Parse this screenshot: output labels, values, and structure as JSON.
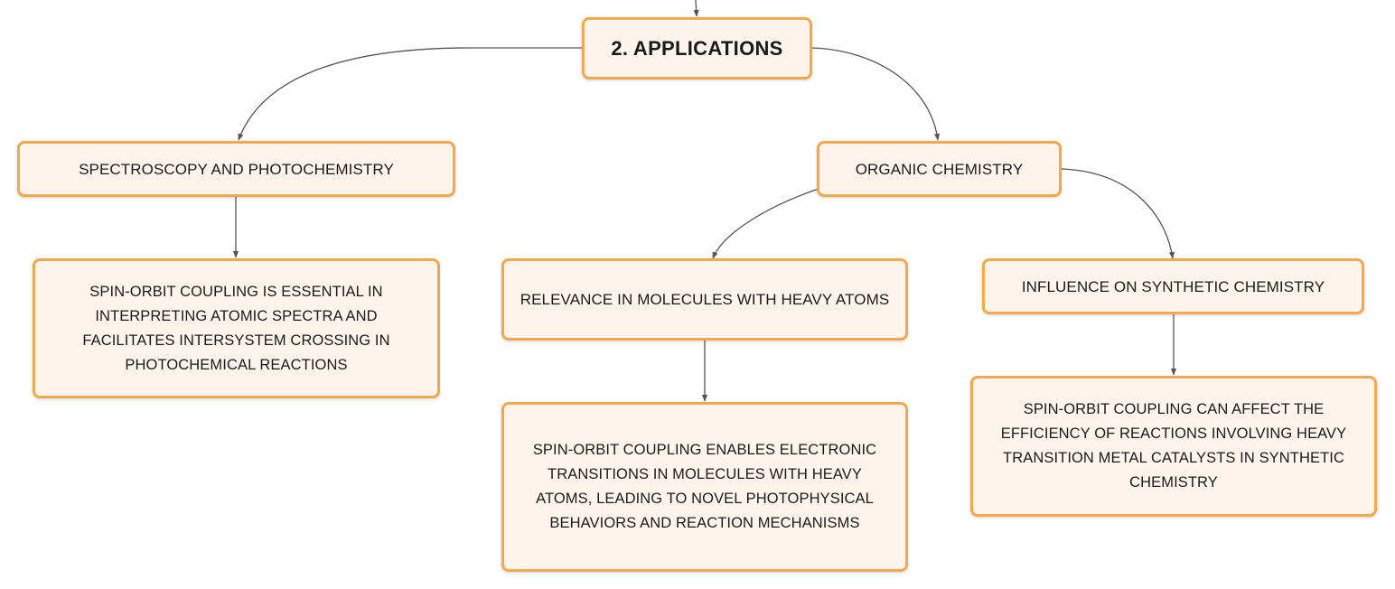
{
  "diagram": {
    "root": {
      "label": "2. APPLICATIONS"
    },
    "spectroscopy": {
      "label": "SPECTROSCOPY AND PHOTOCHEMISTRY",
      "detail": "SPIN-ORBIT COUPLING IS ESSENTIAL IN INTERPRETING ATOMIC SPECTRA AND FACILITATES INTERSYSTEM CROSSING IN PHOTOCHEMICAL REACTIONS"
    },
    "organic": {
      "label": "ORGANIC CHEMISTRY",
      "heavy_atoms": {
        "label": "RELEVANCE IN MOLECULES WITH HEAVY ATOMS",
        "detail": "SPIN-ORBIT COUPLING ENABLES ELECTRONIC TRANSITIONS IN MOLECULES WITH HEAVY ATOMS, LEADING TO NOVEL PHOTOPHYSICAL BEHAVIORS AND REACTION MECHANISMS"
      },
      "synthetic": {
        "label": "INFLUENCE ON SYNTHETIC CHEMISTRY",
        "detail": "SPIN-ORBIT COUPLING CAN AFFECT THE EFFICIENCY OF REACTIONS INVOLVING HEAVY TRANSITION METAL CATALYSTS IN SYNTHETIC CHEMISTRY"
      }
    }
  },
  "colors": {
    "node_fill": "#fff5ec",
    "node_border": "#f2a94f",
    "connector": "#555555",
    "text": "#1a1a1a"
  }
}
